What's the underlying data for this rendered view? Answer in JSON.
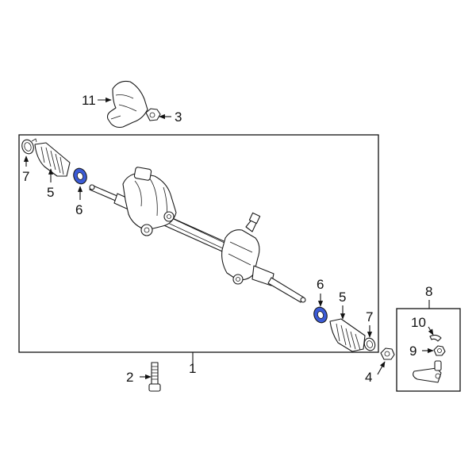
{
  "callouts": {
    "c1": "1",
    "c2": "2",
    "c3": "3",
    "c4": "4",
    "c5_left": "5",
    "c5_right": "5",
    "c6_left": "6",
    "c6_right": "6",
    "c7_left": "7",
    "c7_right": "7",
    "c8": "8",
    "c9": "9",
    "c10": "10",
    "c11": "11"
  },
  "colors": {
    "highlight": "#3b5bd6",
    "line": "#111111",
    "background": "#ffffff"
  }
}
